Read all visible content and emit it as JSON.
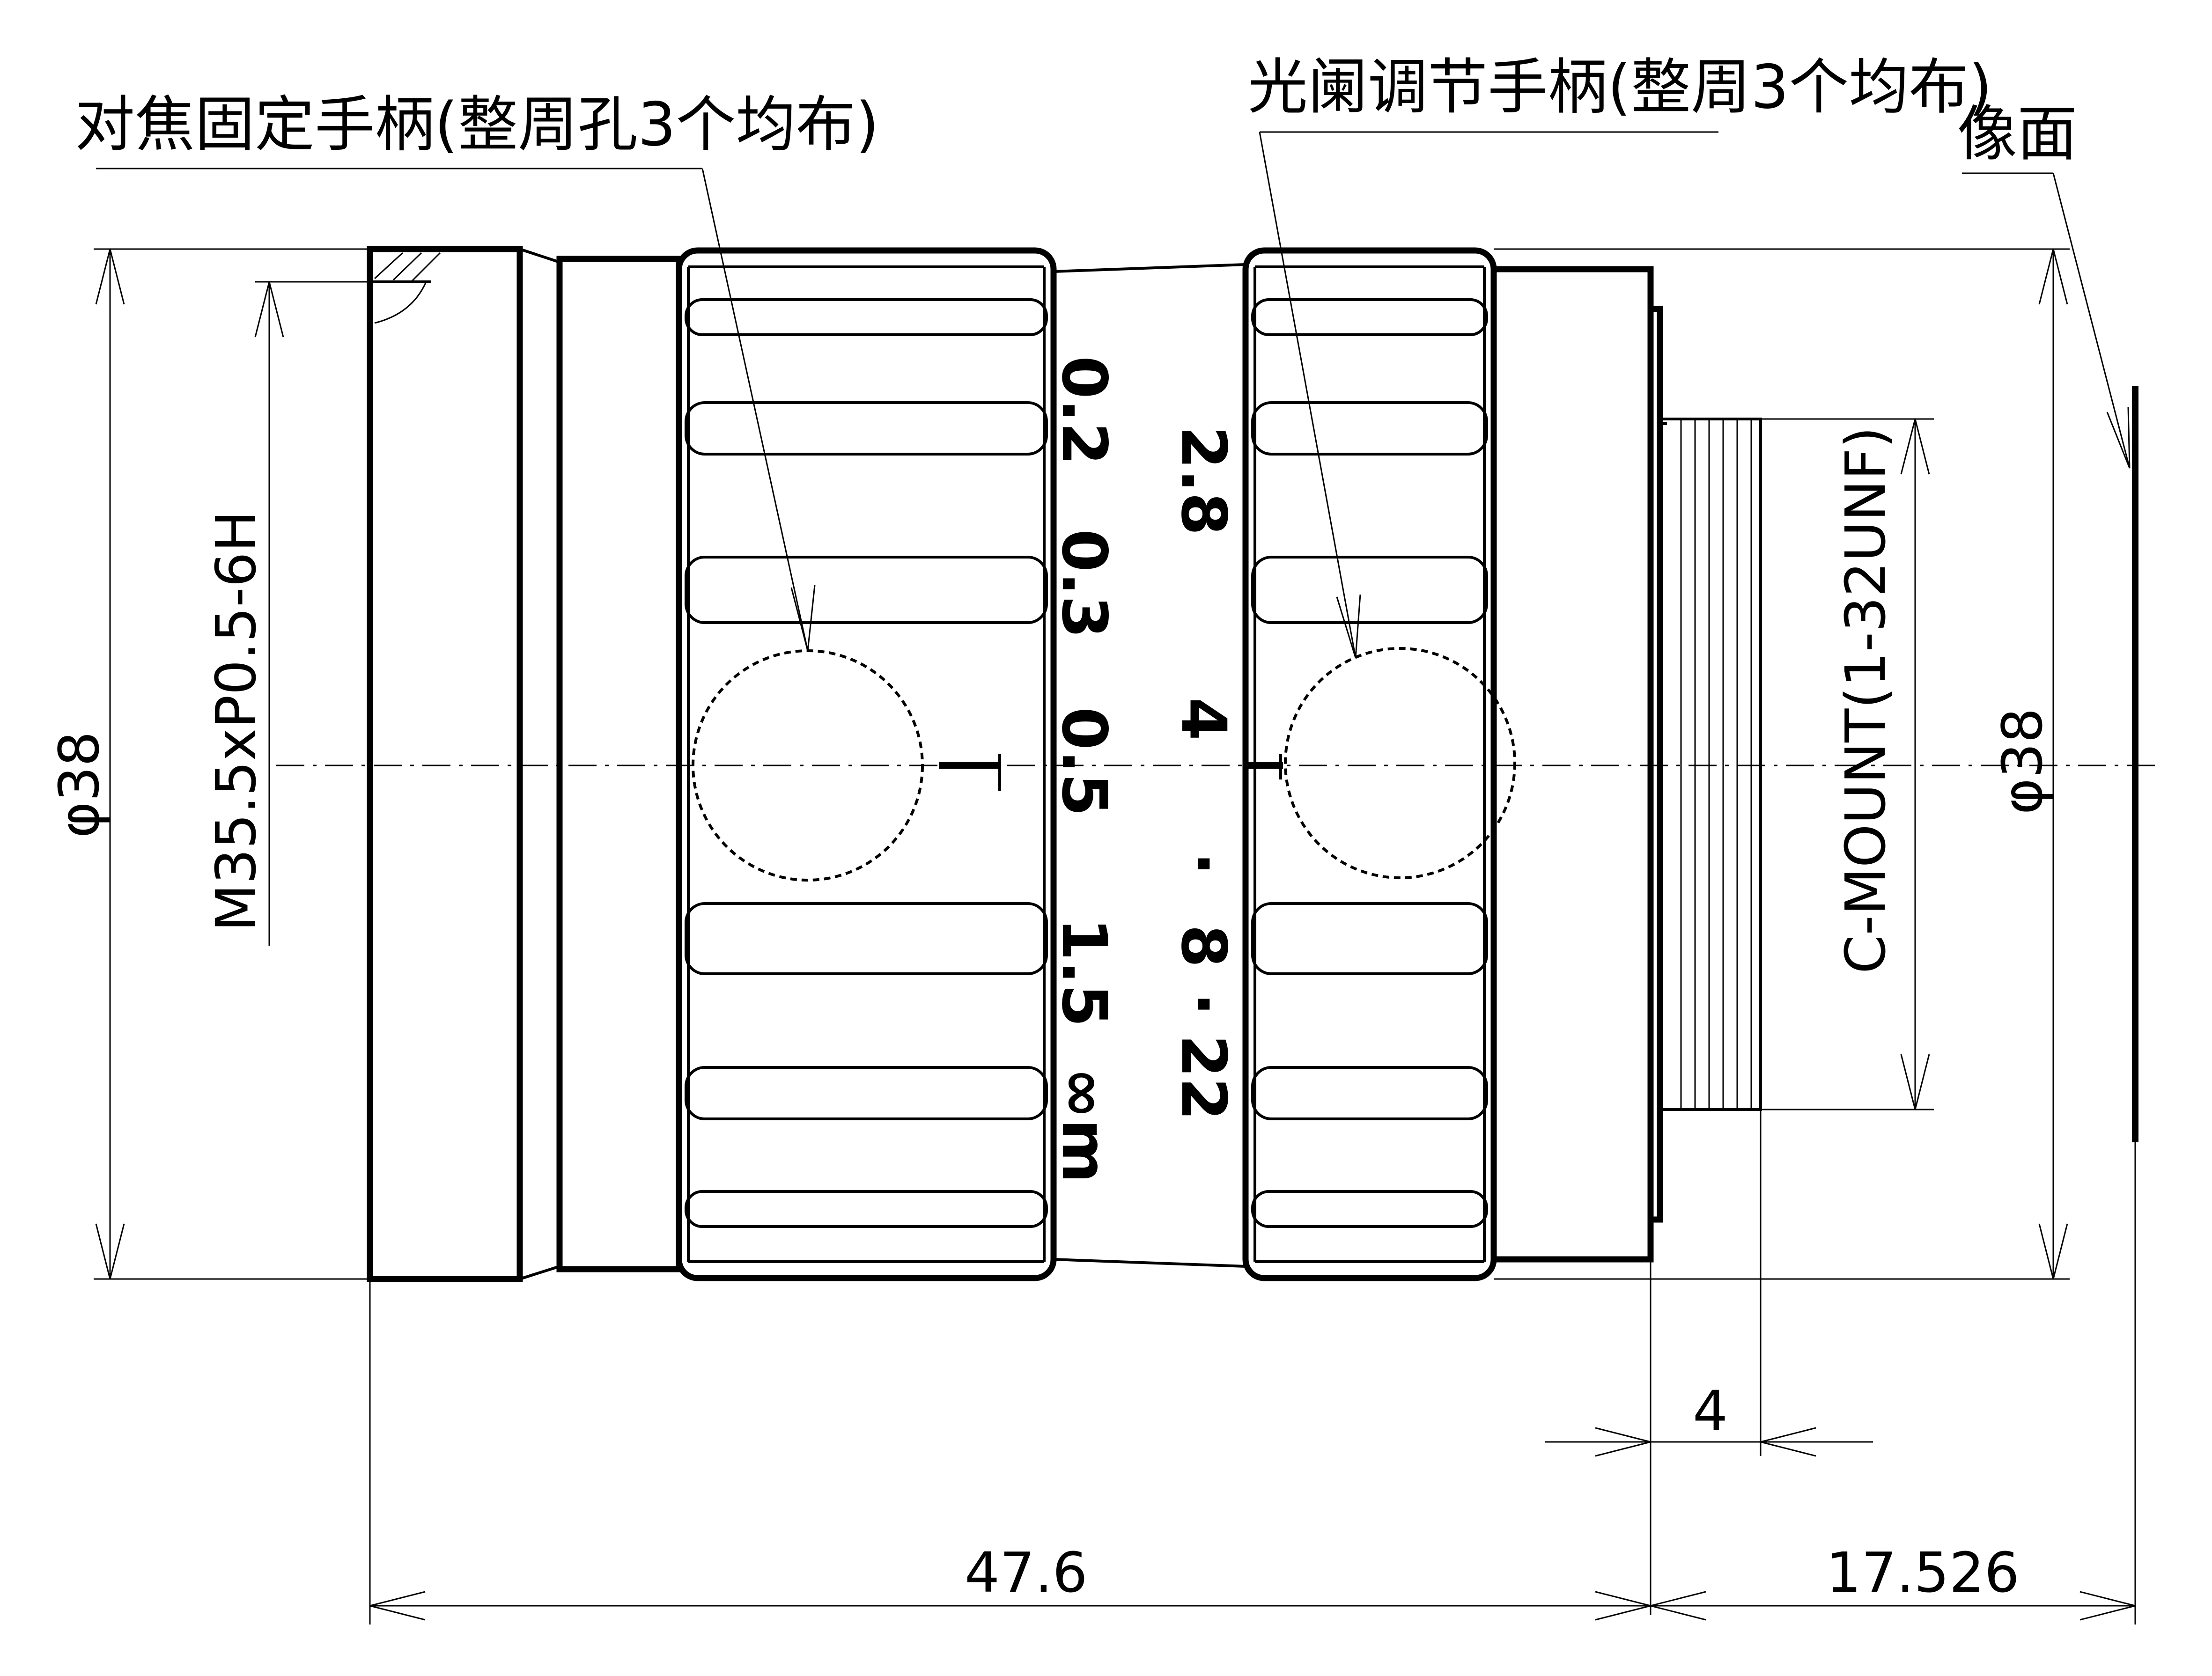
{
  "labels": {
    "focus_handle": "对焦固定手柄(整周孔3个均布)",
    "iris_handle": "光阑调节手柄(整周3个均布)",
    "image_plane": "像面"
  },
  "dimensions": {
    "front_diameter": "φ38",
    "front_thread": "M35.5xP0.5-6H",
    "rear_mount": "C-MOUNT(1-32UNF)",
    "rear_diameter": "φ38",
    "mount_length": "4",
    "lens_length": "47.6",
    "flange_distance": "17.526"
  },
  "focus_scale": [
    "0.2",
    "0.3",
    "0.5",
    "1.5",
    "∞m"
  ],
  "aperture_scale": [
    "2.8",
    "4",
    "·",
    "8",
    "·",
    "22"
  ]
}
